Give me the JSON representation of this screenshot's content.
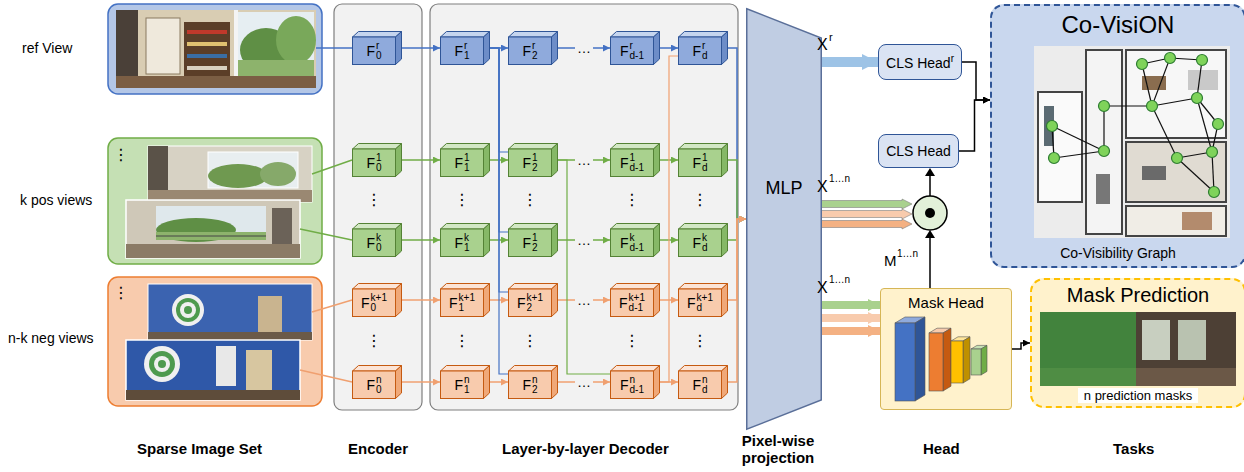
{
  "diagram": {
    "nodes": [
      {
        "text": [
          "F",
          "0",
          "r"
        ]
      },
      {
        "text": [
          "F",
          "0",
          "1"
        ]
      },
      {
        "text": [
          "F",
          "0",
          "k"
        ]
      },
      {
        "text": [
          "F",
          "0",
          "k+1"
        ]
      },
      {
        "text": [
          "F",
          "0",
          "n"
        ]
      },
      {
        "text": [
          "F",
          "1",
          "r"
        ]
      },
      {
        "text": [
          "F",
          "1",
          "1"
        ]
      },
      {
        "text": [
          "F",
          "1",
          "k"
        ]
      },
      {
        "text": [
          "F",
          "1",
          "k+1"
        ]
      },
      {
        "text": [
          "F",
          "1",
          "n"
        ]
      },
      {
        "text": [
          "F",
          "2",
          "r"
        ]
      },
      {
        "text": [
          "F",
          "2",
          "1"
        ]
      },
      {
        "text": [
          "F",
          "2",
          "1"
        ]
      },
      {
        "text": [
          "F",
          "2",
          "k+1"
        ]
      },
      {
        "text": [
          "F",
          "2",
          "n"
        ]
      },
      {
        "text": [
          "F",
          "d-1",
          "r"
        ]
      },
      {
        "text": [
          "F",
          "d-1",
          "1"
        ]
      },
      {
        "text": [
          "F",
          "d-1",
          "k"
        ]
      },
      {
        "text": [
          "F",
          "d-1",
          "k+1"
        ]
      },
      {
        "text": [
          "F",
          "d-1",
          "n"
        ]
      },
      {
        "text": [
          "F",
          "d",
          "r"
        ]
      },
      {
        "text": [
          "F",
          "d",
          "1"
        ]
      },
      {
        "text": [
          "F",
          "d",
          "k"
        ]
      },
      {
        "text": [
          "F",
          "d",
          "k+1"
        ]
      },
      {
        "text": [
          "F",
          "d",
          "n"
        ]
      },
      {
        "text": [
          "MLP"
        ]
      },
      {
        "text": [
          "CLS Head",
          "r"
        ]
      },
      {
        "text": [
          "CLS Head"
        ]
      },
      {
        "text": [
          "Mask Head"
        ]
      },
      {
        "text": [
          "Co-VisiON",
          "Co-Visibility Graph"
        ]
      },
      {
        "text": [
          "Mask Prediction",
          "n prediction masks"
        ]
      }
    ],
    "edges": [
      {
        "from": 0,
        "to": 5,
        "arrow": "to"
      },
      {
        "from": 5,
        "to": 10,
        "arrow": "to"
      },
      {
        "from": 10,
        "to": 15,
        "arrow": "to"
      },
      {
        "from": 15,
        "to": 20,
        "arrow": "to"
      },
      {
        "from": 20,
        "to": 25,
        "arrow": "to"
      },
      {
        "from": 1,
        "to": 6,
        "arrow": "to"
      },
      {
        "from": 6,
        "to": 11,
        "arrow": "to"
      },
      {
        "from": 11,
        "to": 16,
        "arrow": "to"
      },
      {
        "from": 16,
        "to": 21,
        "arrow": "to"
      },
      {
        "from": 21,
        "to": 25,
        "arrow": "to"
      },
      {
        "from": 2,
        "to": 7,
        "arrow": "to"
      },
      {
        "from": 7,
        "to": 12,
        "arrow": "to"
      },
      {
        "from": 12,
        "to": 17,
        "arrow": "to"
      },
      {
        "from": 17,
        "to": 22,
        "arrow": "to"
      },
      {
        "from": 22,
        "to": 25,
        "arrow": "to"
      },
      {
        "from": 3,
        "to": 8,
        "arrow": "to"
      },
      {
        "from": 8,
        "to": 13,
        "arrow": "to"
      },
      {
        "from": 13,
        "to": 18,
        "arrow": "to"
      },
      {
        "from": 18,
        "to": 23,
        "arrow": "to"
      },
      {
        "from": 23,
        "to": 25,
        "arrow": "to"
      },
      {
        "from": 4,
        "to": 9,
        "arrow": "to"
      },
      {
        "from": 9,
        "to": 14,
        "arrow": "to"
      },
      {
        "from": 14,
        "to": 19,
        "arrow": "to"
      },
      {
        "from": 19,
        "to": 24,
        "arrow": "to"
      },
      {
        "from": 24,
        "to": 25,
        "arrow": "to"
      },
      {
        "from": 5,
        "to": 11,
        "arrow": "none"
      },
      {
        "from": 5,
        "to": 12,
        "arrow": "none"
      },
      {
        "from": 5,
        "to": 13,
        "arrow": "none"
      },
      {
        "from": 5,
        "to": 14,
        "arrow": "none"
      },
      {
        "from": 11,
        "to": 19,
        "arrow": "none"
      },
      {
        "from": 19,
        "to": 20,
        "arrow": "none"
      },
      {
        "from": 25,
        "to": 26,
        "arrow": "to"
      },
      {
        "from": 25,
        "to": 28,
        "arrow": "to"
      },
      {
        "from": 25,
        "to": 28,
        "arrow": "to"
      },
      {
        "from": 25,
        "to": 28,
        "arrow": "to"
      },
      {
        "from": 26,
        "to": 29,
        "arrow": "to"
      },
      {
        "from": 27,
        "to": 29,
        "arrow": "to"
      },
      {
        "from": 28,
        "to": 30,
        "arrow": "to"
      }
    ],
    "labels": [
      "ref View",
      "k pos views",
      "n-k neg views",
      "⋮",
      "⋮",
      "⋮",
      "⋮",
      "⋮",
      "⋮",
      "⋮",
      "⋮",
      "⋮",
      "⋮",
      "⋮",
      "⋮",
      "…",
      "…",
      "…",
      "…",
      "…",
      "X",
      "r",
      "X",
      "1…n",
      "X",
      "1…n",
      "M",
      "1…n",
      "Sparse Image Set",
      "Encoder",
      "Layer-by-layer Decoder",
      "Pixel-wise projection",
      "Head",
      "Tasks"
    ]
  }
}
